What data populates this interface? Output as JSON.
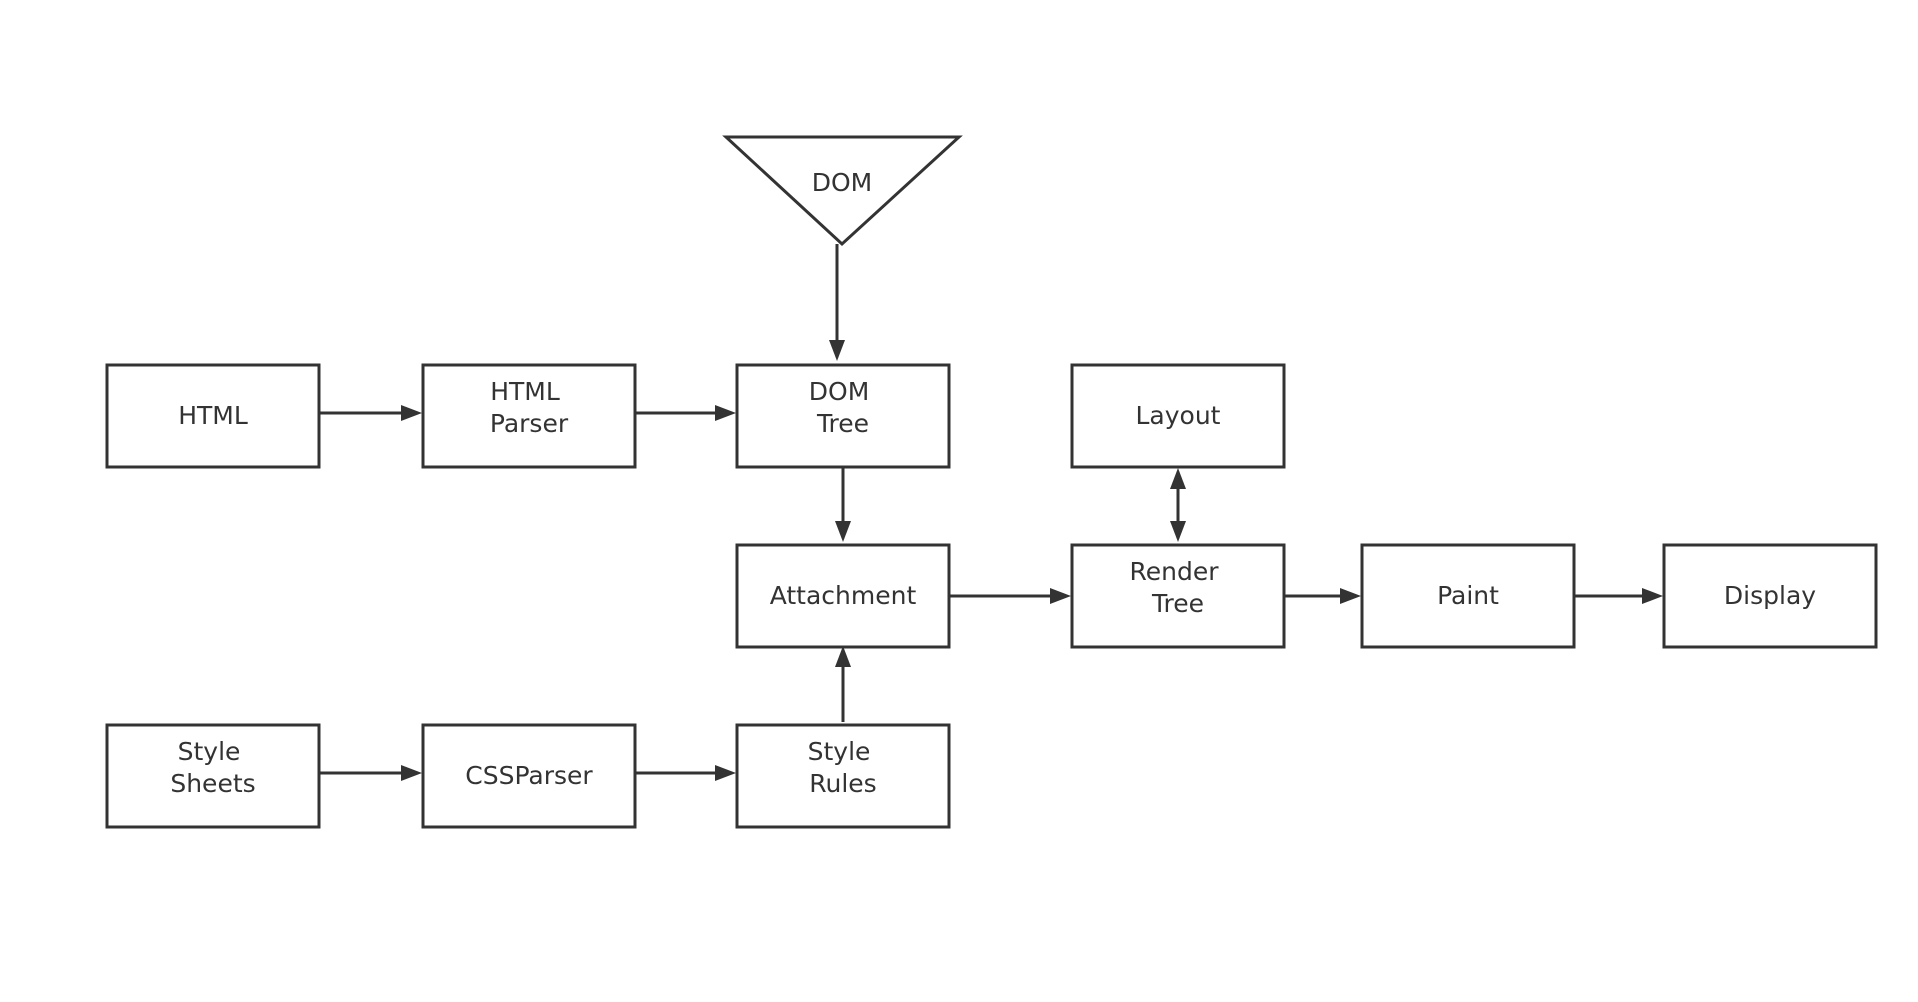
{
  "nodes": {
    "dom": {
      "lines": [
        "DOM"
      ]
    },
    "html": {
      "lines": [
        "HTML"
      ]
    },
    "html_parser": {
      "lines": [
        "HTML",
        "Parser"
      ]
    },
    "dom_tree": {
      "lines": [
        "DOM",
        "Tree"
      ]
    },
    "layout": {
      "lines": [
        "Layout"
      ]
    },
    "attachment": {
      "lines": [
        "Attachment"
      ]
    },
    "render_tree": {
      "lines": [
        "Render",
        "Tree"
      ]
    },
    "paint": {
      "lines": [
        "Paint"
      ]
    },
    "display": {
      "lines": [
        "Display"
      ]
    },
    "style_sheets": {
      "lines": [
        "Style",
        "Sheets"
      ]
    },
    "css_parser": {
      "lines": [
        "CSSParser"
      ]
    },
    "style_rules": {
      "lines": [
        "Style",
        "Rules"
      ]
    }
  },
  "edges": [
    {
      "from": "dom",
      "to": "dom_tree"
    },
    {
      "from": "html",
      "to": "html_parser"
    },
    {
      "from": "html_parser",
      "to": "dom_tree"
    },
    {
      "from": "dom_tree",
      "to": "attachment"
    },
    {
      "from": "style_sheets",
      "to": "css_parser"
    },
    {
      "from": "css_parser",
      "to": "style_rules"
    },
    {
      "from": "style_rules",
      "to": "attachment"
    },
    {
      "from": "attachment",
      "to": "render_tree"
    },
    {
      "from": "render_tree",
      "to": "layout",
      "bidirectional": true
    },
    {
      "from": "render_tree",
      "to": "paint"
    },
    {
      "from": "paint",
      "to": "display"
    }
  ],
  "colors": {
    "stroke": "#333333",
    "text": "#333333",
    "fill": "#ffffff"
  }
}
